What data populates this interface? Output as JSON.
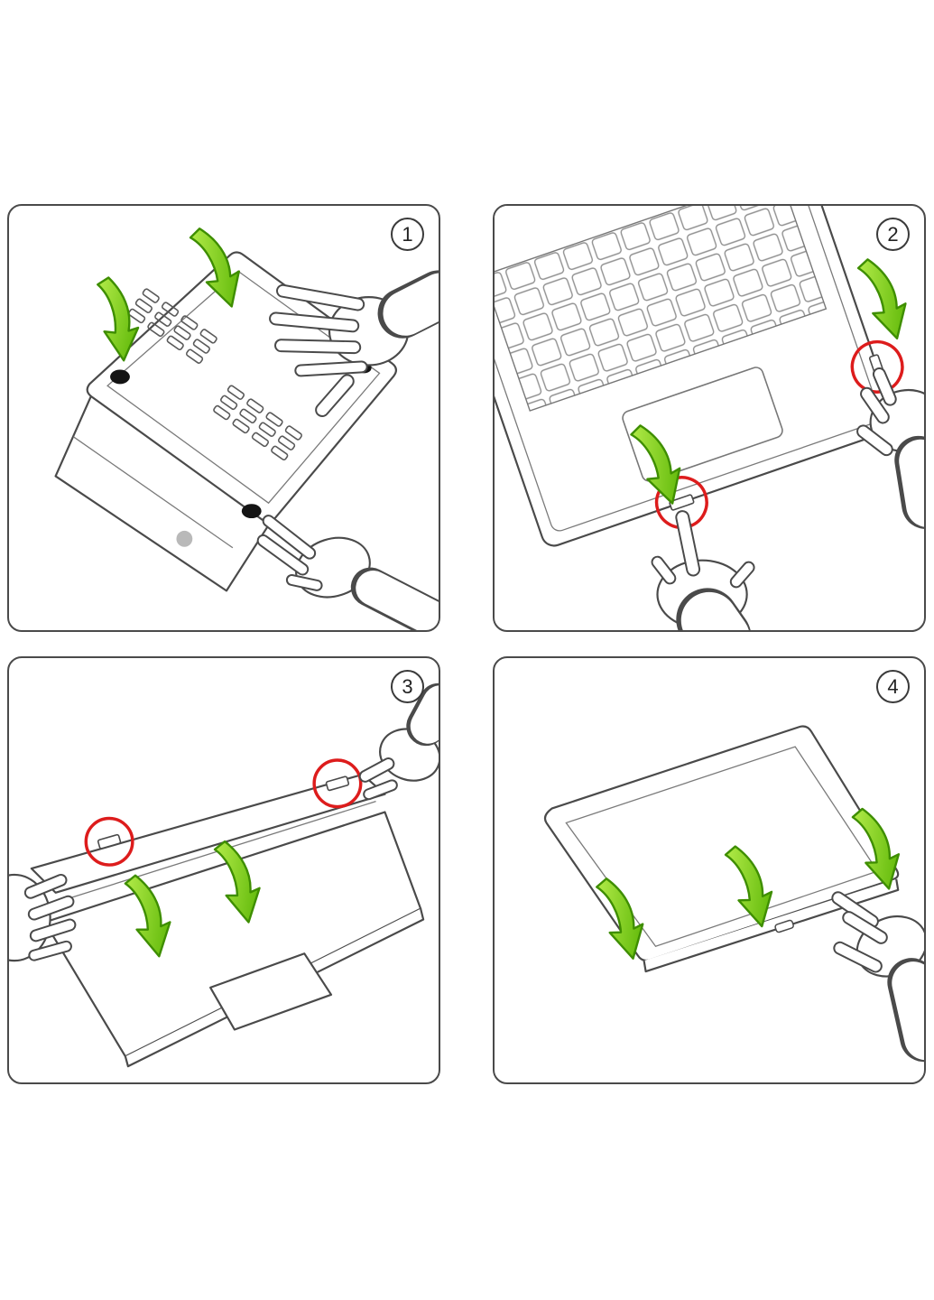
{
  "document": {
    "type": "product-installation-diagram",
    "subject": "laptop-hard-shell-case-installation",
    "background_color": "#ffffff"
  },
  "colors": {
    "panel_border": "#4a4a4a",
    "line_art": "#4a4a4a",
    "arrow_green_light": "#b4ec4a",
    "arrow_green_dark": "#54b100",
    "arrow_outline": "#3e8e00",
    "highlight_red": "#dd1c1c",
    "keyboard_key_stroke": "#8f8f8f",
    "rubber_feet": "#141414"
  },
  "steps": [
    {
      "number": "1",
      "illustration": "press-case-onto-laptop-bottom",
      "green_arrows": 2,
      "red_highlight_circles": 0
    },
    {
      "number": "2",
      "illustration": "snap-clips-on-deck-front-edge",
      "green_arrows": 2,
      "red_highlight_circles": 2
    },
    {
      "number": "3",
      "illustration": "align-top-cover-clips-to-lid",
      "green_arrows": 2,
      "red_highlight_circles": 2
    },
    {
      "number": "4",
      "illustration": "press-top-cover-on-closed-lid",
      "green_arrows": 3,
      "red_highlight_circles": 0
    }
  ]
}
